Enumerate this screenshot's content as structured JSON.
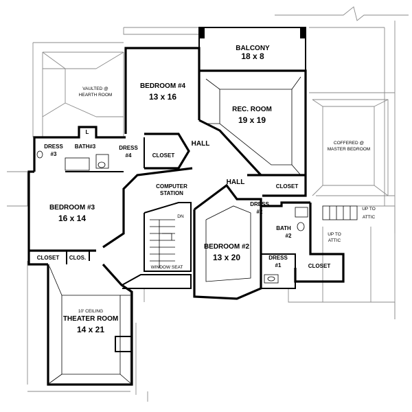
{
  "rooms": {
    "balcony": {
      "name": "BALCONY",
      "dims": "18 x 8"
    },
    "bedroom4": {
      "name": "BEDROOM #4",
      "dims": "13 x 16"
    },
    "rec_room": {
      "name": "REC. ROOM",
      "dims": "19 x 19"
    },
    "bedroom3": {
      "name": "BEDROOM #3",
      "dims": "16 x 14"
    },
    "bedroom2": {
      "name": "BEDROOM #2",
      "dims": "13 x 20"
    },
    "theater": {
      "note": "10' CEILING",
      "name": "THEATER ROOM",
      "dims": "14 x 21"
    }
  },
  "labels": {
    "vaulted_line1": "VAULTED @",
    "vaulted_line2": "HEARTH ROOM",
    "coffered_line1": "COFFERED @",
    "coffered_line2": "MASTER BEDROOM",
    "hall_upper": "HALL",
    "hall_lower": "HALL",
    "computer_line1": "COMPUTER",
    "computer_line2": "STATION",
    "dn": "DN",
    "window_seat": "WINDOW SEAT",
    "up_attic_right_1": "UP TO",
    "up_attic_right_2": "ATTIC",
    "up_attic_mid_1": "UP TO",
    "up_attic_mid_2": "ATTIC",
    "l_mark": "L",
    "dress3_line1": "DRESS",
    "dress3_line2": "#3",
    "bath3": "BATH#3",
    "dress4_line1": "DRESS",
    "dress4_line2": "#4",
    "closet_b4": "CLOSET",
    "closet_rec": "CLOSET",
    "dress2_line1": "DRESS",
    "dress2_line2": "#2",
    "bath2_line1": "BATH",
    "bath2_line2": "#2",
    "dress1_line1": "DRESS",
    "dress1_line2": "#1",
    "closet_b2": "CLOSET",
    "closet_b3": "CLOSET",
    "clos": "CLOS."
  }
}
